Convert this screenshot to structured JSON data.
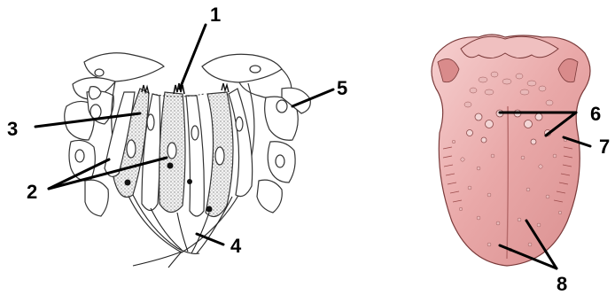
{
  "labels": {
    "l1": "1",
    "l2": "2",
    "l3": "3",
    "l4": "4",
    "l5": "5",
    "l6": "6",
    "l7": "7",
    "l8": "8"
  },
  "colors": {
    "tongue_fill": "#e8a8a8",
    "tongue_light": "#f4cccc",
    "tongue_stroke": "#7a3a3a",
    "line": "#000000"
  }
}
